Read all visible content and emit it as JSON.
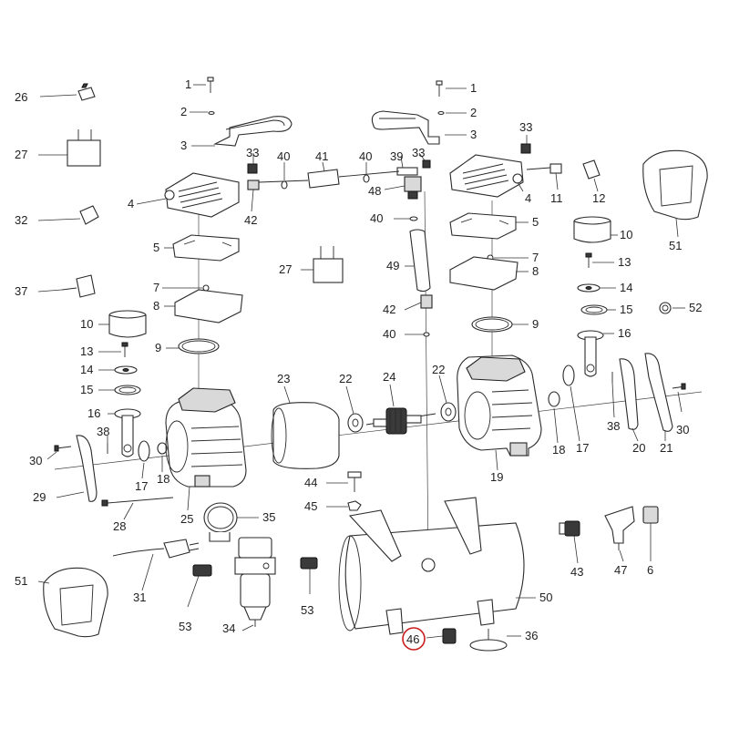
{
  "diagram": {
    "highlight_color": "#c81e1e",
    "highlighted_label": "46",
    "labels": {
      "l1a": "1",
      "l1b": "1",
      "l2a": "2",
      "l2b": "2",
      "l3a": "3",
      "l3b": "3",
      "l4a": "4",
      "l4b": "4",
      "l5a": "5",
      "l5b": "5",
      "l6": "6",
      "l7a": "7",
      "l7b": "7",
      "l8a": "8",
      "l8b": "8",
      "l9a": "9",
      "l9b": "9",
      "l10a": "10",
      "l10b": "10",
      "l11": "11",
      "l12": "12",
      "l13a": "13",
      "l13b": "13",
      "l14a": "14",
      "l14b": "14",
      "l15a": "15",
      "l15b": "15",
      "l16a": "16",
      "l16b": "16",
      "l17a": "17",
      "l17b": "17",
      "l18a": "18",
      "l18b": "18",
      "l19": "19",
      "l20": "20",
      "l21": "21",
      "l22a": "22",
      "l22b": "22",
      "l23": "23",
      "l24": "24",
      "l25": "25",
      "l26": "26",
      "l27a": "27",
      "l27b": "27",
      "l28": "28",
      "l29": "29",
      "l30a": "30",
      "l30b": "30",
      "l31": "31",
      "l32": "32",
      "l33a": "33",
      "l33b": "33",
      "l33c": "33",
      "l34": "34",
      "l35": "35",
      "l36": "36",
      "l37": "37",
      "l38a": "38",
      "l38b": "38",
      "l39": "39",
      "l40a": "40",
      "l40b": "40",
      "l40c": "40",
      "l40d": "40",
      "l41": "41",
      "l42a": "42",
      "l42b": "42",
      "l43": "43",
      "l44": "44",
      "l45": "45",
      "l46": "46",
      "l47": "47",
      "l48": "48",
      "l49": "49",
      "l50": "50",
      "l51a": "51",
      "l51b": "51",
      "l52": "52",
      "l53a": "53",
      "l53b": "53"
    }
  }
}
